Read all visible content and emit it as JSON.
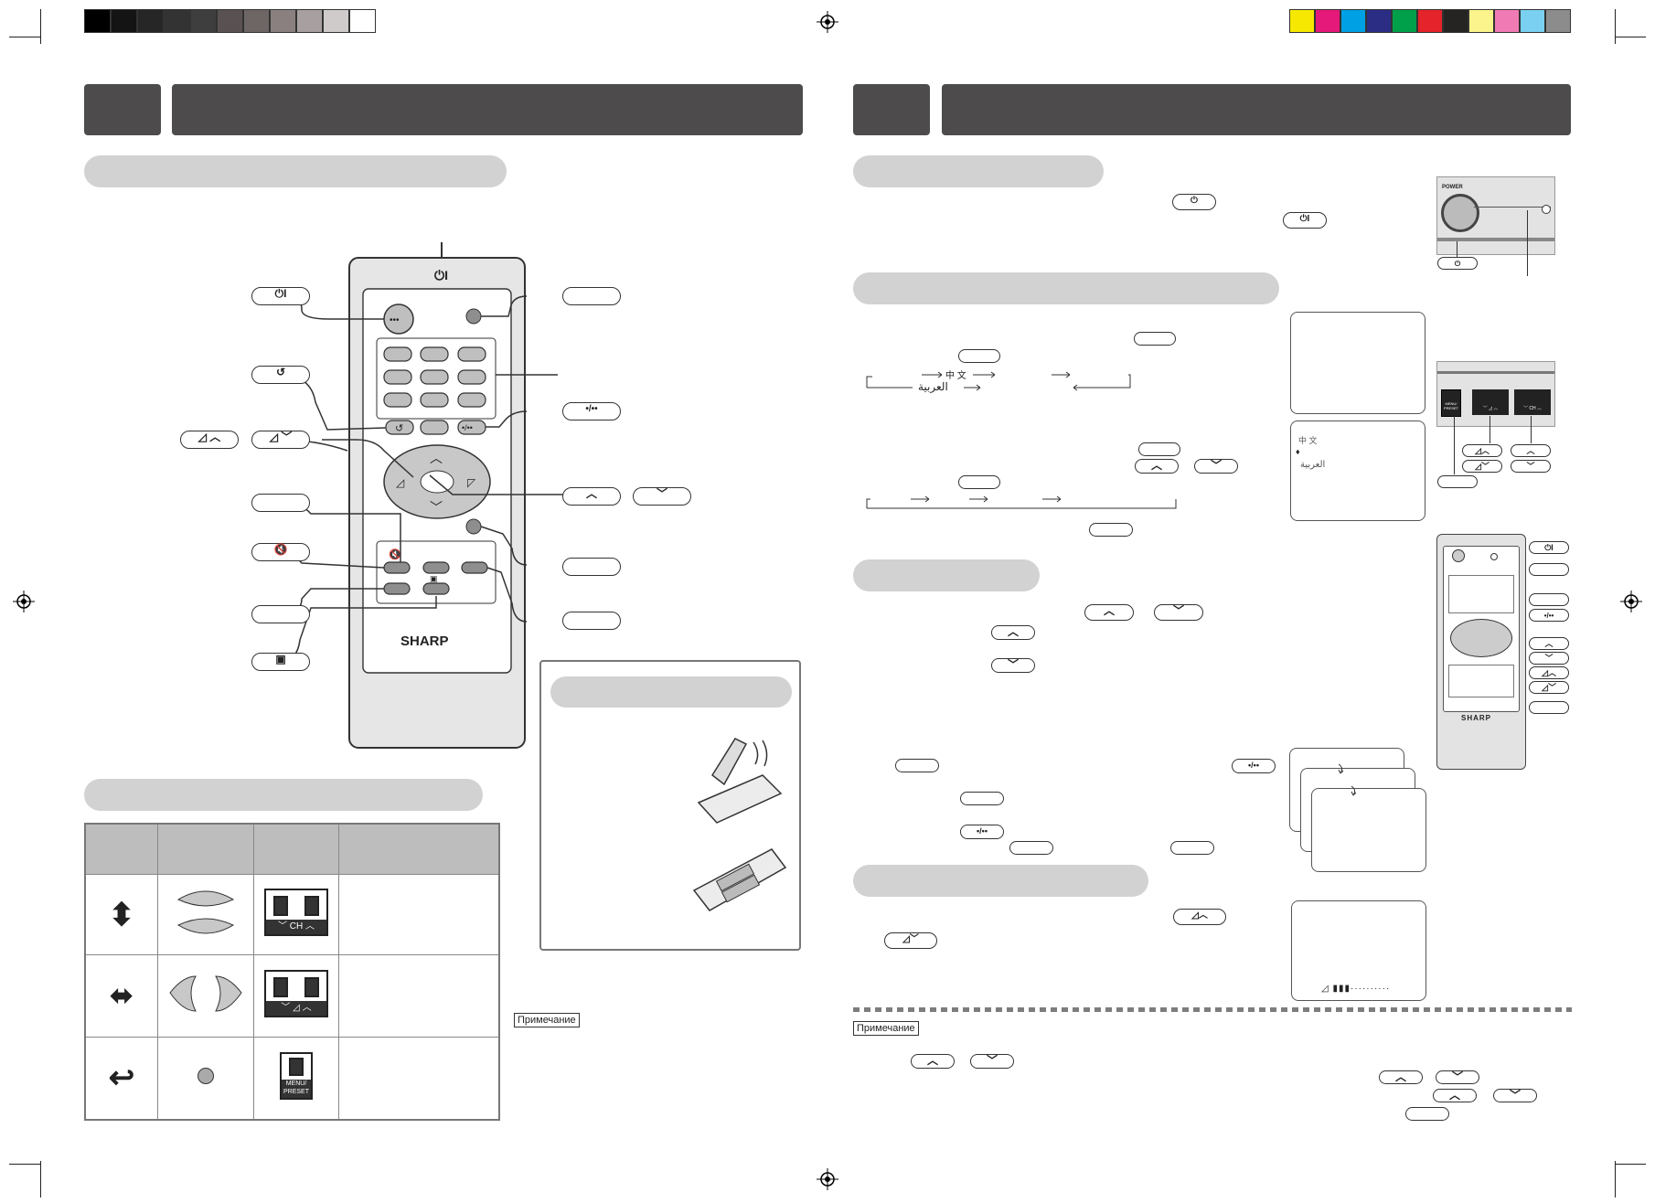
{
  "top_swatches_gray": [
    "#000000",
    "#141414",
    "#262626",
    "#333333",
    "#3e3e3e",
    "#5a5252",
    "#6e6565",
    "#8a8080",
    "#a8a0a0",
    "#cfcbcb",
    "#ffffff"
  ],
  "top_swatches_color": [
    "#f6e800",
    "#e4197a",
    "#00a0e4",
    "#2b2d84",
    "#00a04a",
    "#e4232a",
    "#262323",
    "#fbf48c",
    "#f07ab4",
    "#7ad0f0",
    "#8c8c8c"
  ],
  "brand": "SHARP",
  "remote_left": {
    "power_symbol": "⏻I",
    "flashback_symbol": "↺",
    "vol_up": "◿ ︿",
    "vol_down": "◿ ﹀",
    "mute_symbol": "🔇",
    "screen_symbol": "▣",
    "digit_symbol": "•/••",
    "ch_up": "︿",
    "ch_down": "﹀"
  },
  "table": {
    "rows": [
      {
        "symbol": "⬍",
        "panel_label": "﹀ CH ︿"
      },
      {
        "symbol": "⬌",
        "panel_label": "﹀ ◿ ︿"
      },
      {
        "symbol": "↩",
        "panel_label": "MENU/ PRESET"
      }
    ]
  },
  "note_label_left": "Примечание",
  "note_label_right": "Примечание",
  "panel_power_label": "POWER",
  "panel_menu_label": "MENU/ PRESET",
  "lang_chinese": "中 文",
  "lang_arabic": "العربية",
  "screen_lang_chinese": "中 文",
  "screen_lang_arabic": "العربية"
}
